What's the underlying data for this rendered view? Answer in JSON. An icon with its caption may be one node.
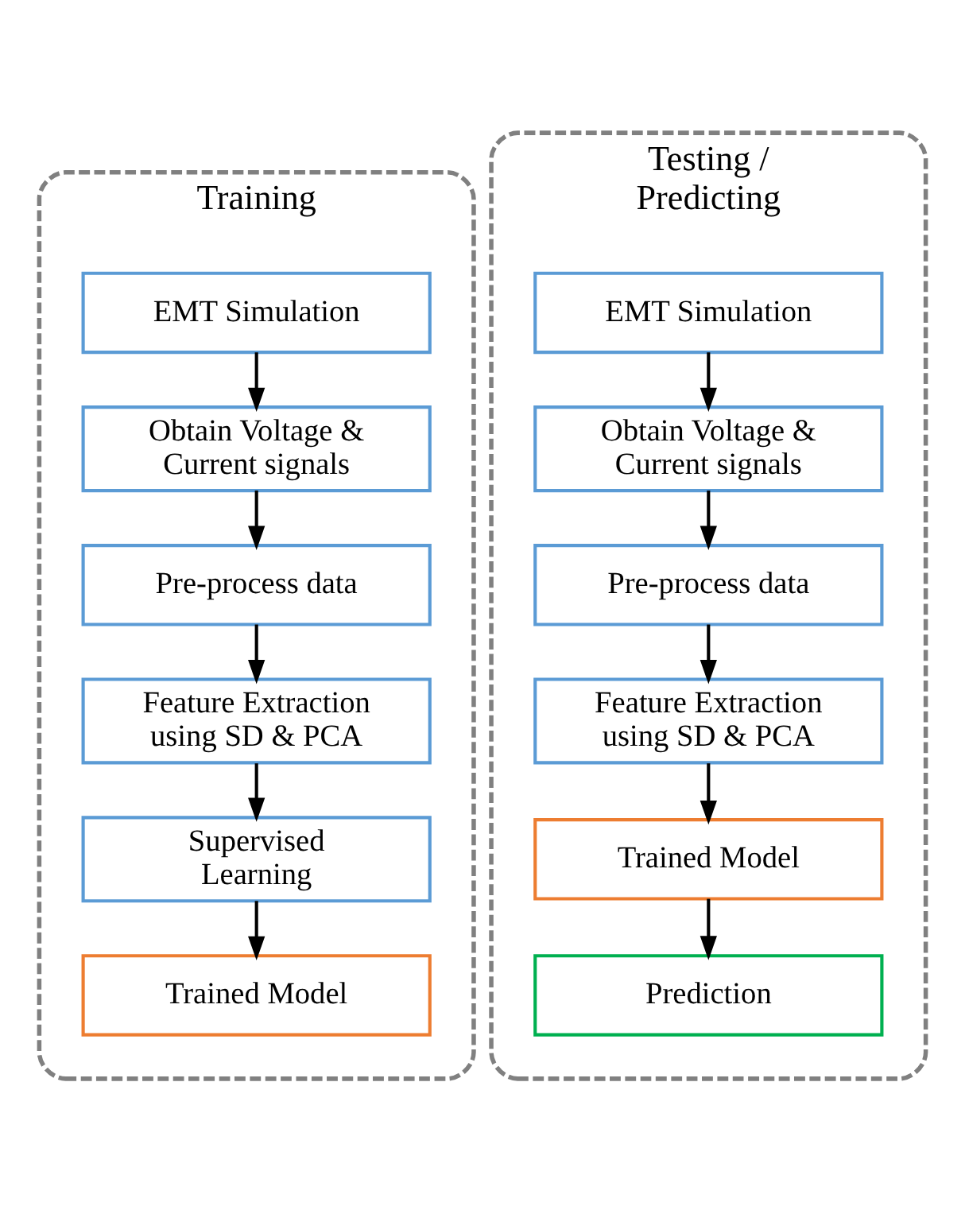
{
  "diagram": {
    "nodes": [
      {
        "text": [
          "Training"
        ]
      },
      {
        "text": [
          "EMT Simulation"
        ],
        "in": 0
      },
      {
        "text": [
          "Obtain Voltage & Current signals"
        ],
        "in": 0
      },
      {
        "text": [
          "Pre-process data"
        ],
        "in": 0
      },
      {
        "text": [
          "Feature Extraction using SD & PCA"
        ],
        "in": 0
      },
      {
        "text": [
          "Supervised Learning"
        ],
        "in": 0
      },
      {
        "text": [
          "Trained Model"
        ],
        "in": 0
      },
      {
        "text": [
          "Testing / Predicting"
        ]
      },
      {
        "text": [
          "EMT Simulation"
        ],
        "in": 7
      },
      {
        "text": [
          "Obtain Voltage & Current signals"
        ],
        "in": 7
      },
      {
        "text": [
          "Pre-process data"
        ],
        "in": 7
      },
      {
        "text": [
          "Feature Extraction using SD & PCA"
        ],
        "in": 7
      },
      {
        "text": [
          "Trained Model"
        ],
        "in": 7
      },
      {
        "text": [
          "Prediction"
        ],
        "in": 7
      }
    ],
    "edges": [
      {
        "from": 1,
        "to": 2,
        "arrow": "to"
      },
      {
        "from": 2,
        "to": 3,
        "arrow": "to"
      },
      {
        "from": 3,
        "to": 4,
        "arrow": "to"
      },
      {
        "from": 4,
        "to": 5,
        "arrow": "to"
      },
      {
        "from": 5,
        "to": 6,
        "arrow": "to"
      },
      {
        "from": 8,
        "to": 9,
        "arrow": "to"
      },
      {
        "from": 9,
        "to": 10,
        "arrow": "to"
      },
      {
        "from": 10,
        "to": 11,
        "arrow": "to"
      },
      {
        "from": 11,
        "to": 12,
        "arrow": "to"
      },
      {
        "from": 12,
        "to": 13,
        "arrow": "to"
      }
    ]
  }
}
